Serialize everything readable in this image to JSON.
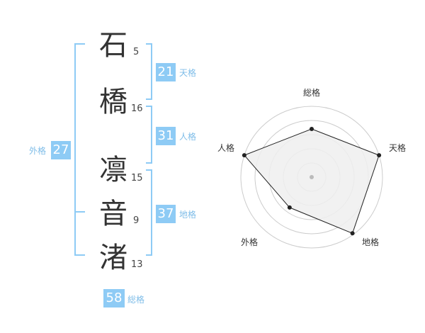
{
  "name": {
    "chars": [
      {
        "char": "石",
        "strokes": "5"
      },
      {
        "char": "橋",
        "strokes": "16"
      },
      {
        "char": "凛",
        "strokes": "15"
      },
      {
        "char": "音",
        "strokes": "9"
      },
      {
        "char": "渚",
        "strokes": "13"
      }
    ]
  },
  "kaku": {
    "tenkaku": {
      "value": "21",
      "label": "天格"
    },
    "jinkaku": {
      "value": "31",
      "label": "人格"
    },
    "chikaku": {
      "value": "37",
      "label": "地格"
    },
    "gaikaku": {
      "value": "27",
      "label": "外格"
    },
    "soukaku": {
      "value": "58",
      "label": "総格"
    }
  },
  "radar": {
    "axes": [
      "総格",
      "天格",
      "地格",
      "外格",
      "人格"
    ],
    "levels": 5,
    "values": [
      0.68,
      1.0,
      0.98,
      0.53,
      1.0
    ],
    "colors": {
      "fill": "#eeeeee",
      "line": "#222222",
      "grid": "#cccccc",
      "bracket": "#8ecbf5"
    }
  }
}
